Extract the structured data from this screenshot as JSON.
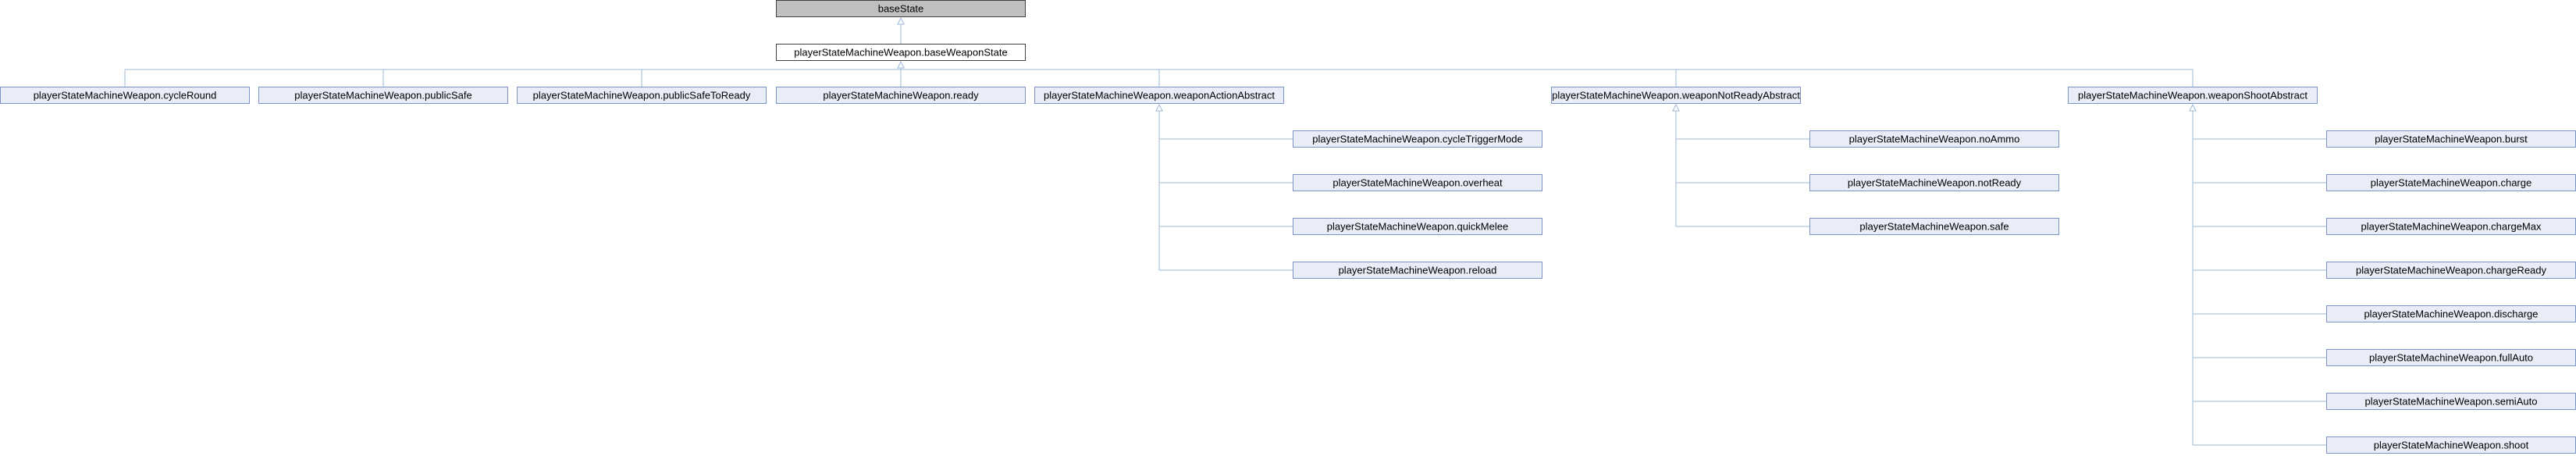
{
  "diagram": {
    "type": "class-inheritance",
    "colors": {
      "edge": "#9cb8d6",
      "node_border": "#7d93c4",
      "node_fill": "#e9edf7",
      "root_fill": "#bfbfbf",
      "root_border": "#404040",
      "base_fill": "#ffffff",
      "base_border": "#404040",
      "text": "#000000"
    },
    "nodes": [
      {
        "id": "baseState",
        "label": "baseState",
        "style": "root"
      },
      {
        "id": "baseWeaponState",
        "label": "playerStateMachineWeapon.baseWeaponState",
        "style": "base"
      },
      {
        "id": "cycleRound",
        "label": "playerStateMachineWeapon.cycleRound",
        "style": "class"
      },
      {
        "id": "publicSafe",
        "label": "playerStateMachineWeapon.publicSafe",
        "style": "class"
      },
      {
        "id": "publicSafeToReady",
        "label": "playerStateMachineWeapon.publicSafeToReady",
        "style": "class"
      },
      {
        "id": "ready",
        "label": "playerStateMachineWeapon.ready",
        "style": "class"
      },
      {
        "id": "weaponActionAbstract",
        "label": "playerStateMachineWeapon.weaponActionAbstract",
        "style": "class"
      },
      {
        "id": "weaponNotReadyAbstract",
        "label": "playerStateMachineWeapon.weaponNotReadyAbstract",
        "style": "class"
      },
      {
        "id": "weaponShootAbstract",
        "label": "playerStateMachineWeapon.weaponShootAbstract",
        "style": "class"
      },
      {
        "id": "cycleTriggerMode",
        "label": "playerStateMachineWeapon.cycleTriggerMode",
        "style": "class"
      },
      {
        "id": "overheat",
        "label": "playerStateMachineWeapon.overheat",
        "style": "class"
      },
      {
        "id": "quickMelee",
        "label": "playerStateMachineWeapon.quickMelee",
        "style": "class"
      },
      {
        "id": "reload",
        "label": "playerStateMachineWeapon.reload",
        "style": "class"
      },
      {
        "id": "noAmmo",
        "label": "playerStateMachineWeapon.noAmmo",
        "style": "class"
      },
      {
        "id": "notReady",
        "label": "playerStateMachineWeapon.notReady",
        "style": "class"
      },
      {
        "id": "safe",
        "label": "playerStateMachineWeapon.safe",
        "style": "class"
      },
      {
        "id": "burst",
        "label": "playerStateMachineWeapon.burst",
        "style": "class"
      },
      {
        "id": "charge",
        "label": "playerStateMachineWeapon.charge",
        "style": "class"
      },
      {
        "id": "chargeMax",
        "label": "playerStateMachineWeapon.chargeMax",
        "style": "class"
      },
      {
        "id": "chargeReady",
        "label": "playerStateMachineWeapon.chargeReady",
        "style": "class"
      },
      {
        "id": "discharge",
        "label": "playerStateMachineWeapon.discharge",
        "style": "class"
      },
      {
        "id": "fullAuto",
        "label": "playerStateMachineWeapon.fullAuto",
        "style": "class"
      },
      {
        "id": "semiAuto",
        "label": "playerStateMachineWeapon.semiAuto",
        "style": "class"
      },
      {
        "id": "shoot",
        "label": "playerStateMachineWeapon.shoot",
        "style": "class"
      }
    ],
    "edges": [
      {
        "child": "baseWeaponState",
        "parent": "baseState"
      },
      {
        "child": "cycleRound",
        "parent": "baseWeaponState"
      },
      {
        "child": "publicSafe",
        "parent": "baseWeaponState"
      },
      {
        "child": "publicSafeToReady",
        "parent": "baseWeaponState"
      },
      {
        "child": "ready",
        "parent": "baseWeaponState"
      },
      {
        "child": "weaponActionAbstract",
        "parent": "baseWeaponState"
      },
      {
        "child": "weaponNotReadyAbstract",
        "parent": "baseWeaponState"
      },
      {
        "child": "weaponShootAbstract",
        "parent": "baseWeaponState"
      },
      {
        "child": "cycleTriggerMode",
        "parent": "weaponActionAbstract"
      },
      {
        "child": "overheat",
        "parent": "weaponActionAbstract"
      },
      {
        "child": "quickMelee",
        "parent": "weaponActionAbstract"
      },
      {
        "child": "reload",
        "parent": "weaponActionAbstract"
      },
      {
        "child": "noAmmo",
        "parent": "weaponNotReadyAbstract"
      },
      {
        "child": "notReady",
        "parent": "weaponNotReadyAbstract"
      },
      {
        "child": "safe",
        "parent": "weaponNotReadyAbstract"
      },
      {
        "child": "burst",
        "parent": "weaponShootAbstract"
      },
      {
        "child": "charge",
        "parent": "weaponShootAbstract"
      },
      {
        "child": "chargeMax",
        "parent": "weaponShootAbstract"
      },
      {
        "child": "chargeReady",
        "parent": "weaponShootAbstract"
      },
      {
        "child": "discharge",
        "parent": "weaponShootAbstract"
      },
      {
        "child": "fullAuto",
        "parent": "weaponShootAbstract"
      },
      {
        "child": "semiAuto",
        "parent": "weaponShootAbstract"
      },
      {
        "child": "shoot",
        "parent": "weaponShootAbstract"
      }
    ]
  }
}
